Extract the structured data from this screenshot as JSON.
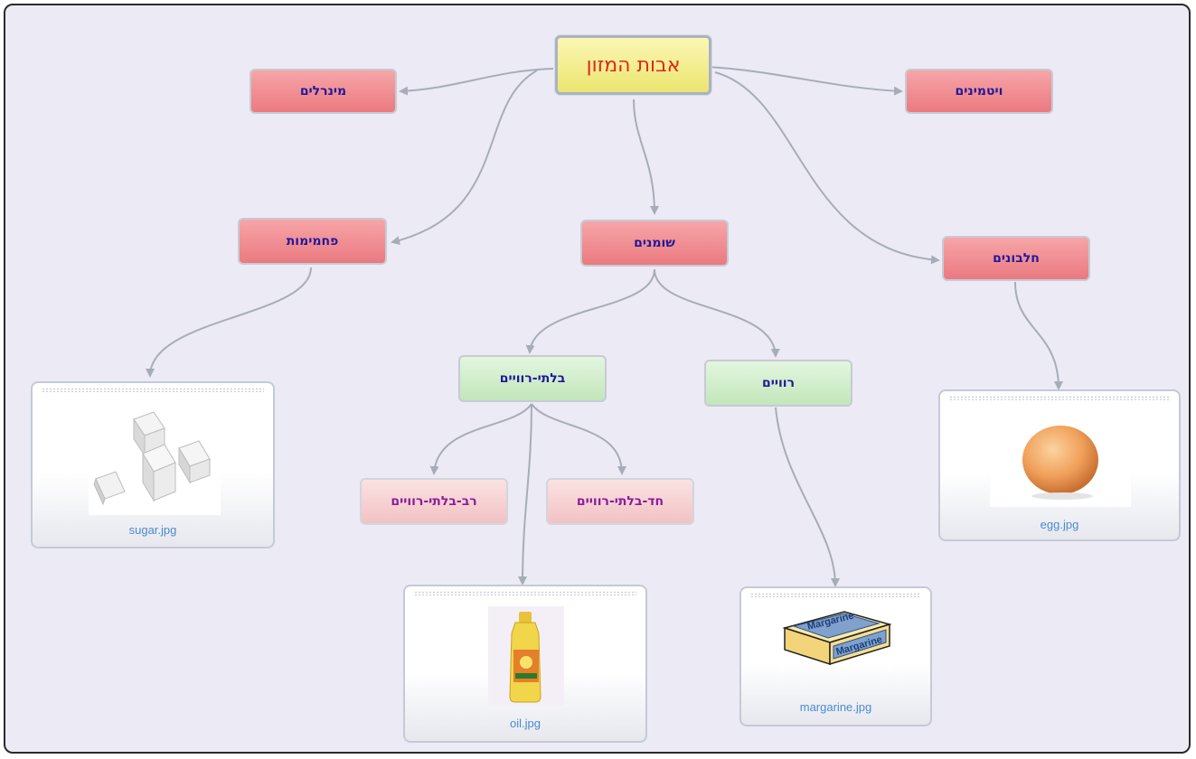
{
  "root": {
    "label": "אבות המזון"
  },
  "nodes": {
    "minerals": "מינרלים",
    "vitamins": "ויטמינים",
    "carbohydrates": "פחמימות",
    "fats": "שומנים",
    "proteins": "חלבונים",
    "unsaturated": "בלתי-רוויים",
    "saturated": "רוויים",
    "polyunsaturated": "רב-בלתי-רוויים",
    "monounsaturated": "חד-בלתי-רוויים"
  },
  "images": {
    "sugar": {
      "caption": "sugar.jpg",
      "icon": "sugar-cubes-image"
    },
    "egg": {
      "caption": "egg.jpg",
      "icon": "egg-image"
    },
    "oil": {
      "caption": "oil.jpg",
      "icon": "oil-bottle-image"
    },
    "margarine": {
      "caption": "margarine.jpg",
      "icon": "margarine-box-image",
      "label_text": [
        "Margarine",
        "Margarine"
      ]
    }
  },
  "colors": {
    "root_fill": "#f3ec8f",
    "root_text": "#e0261a",
    "category_fill": "#ef8a8f",
    "subcategory_fill": "#d3efcc",
    "leaf_fill": "#f5cfd0",
    "link": "#a7adb8",
    "caption": "#4a8bd0"
  }
}
